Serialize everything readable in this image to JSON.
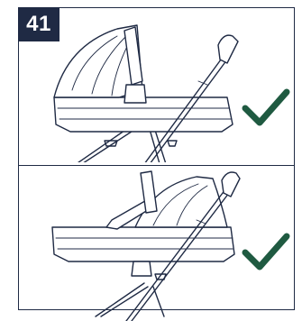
{
  "step": {
    "number": "41"
  },
  "panels": [
    {
      "id": "top",
      "status": "correct",
      "status_icon": "checkmark-icon"
    },
    {
      "id": "bottom",
      "status": "correct",
      "status_icon": "checkmark-icon"
    }
  ],
  "colors": {
    "ink": "#1f2a44",
    "check": "#1f5a41",
    "background": "#ffffff"
  }
}
